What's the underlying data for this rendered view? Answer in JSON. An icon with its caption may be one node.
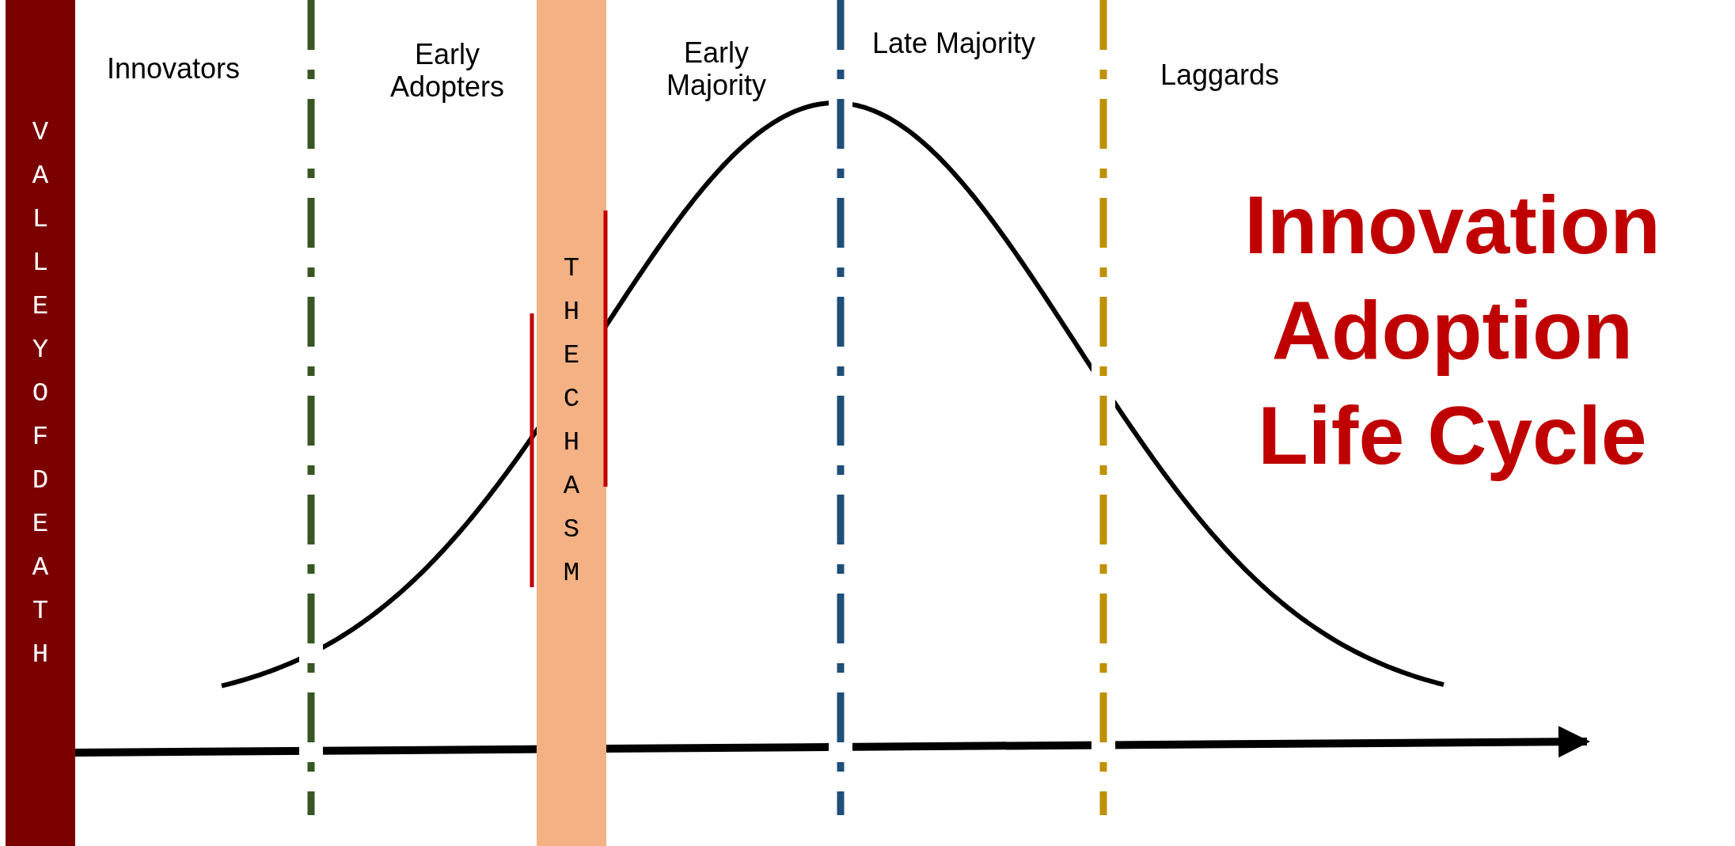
{
  "diagram": {
    "title": "Innovation Adoption Life Cycle",
    "nodes": [
      {
        "text": [
          "VALLEY OF DEATH"
        ]
      },
      {
        "text": [
          "THE CHASM"
        ]
      }
    ],
    "labels": [
      "Innovators",
      "Early Adopters",
      "Early Majority",
      "Late Majority",
      "Laggards"
    ]
  }
}
